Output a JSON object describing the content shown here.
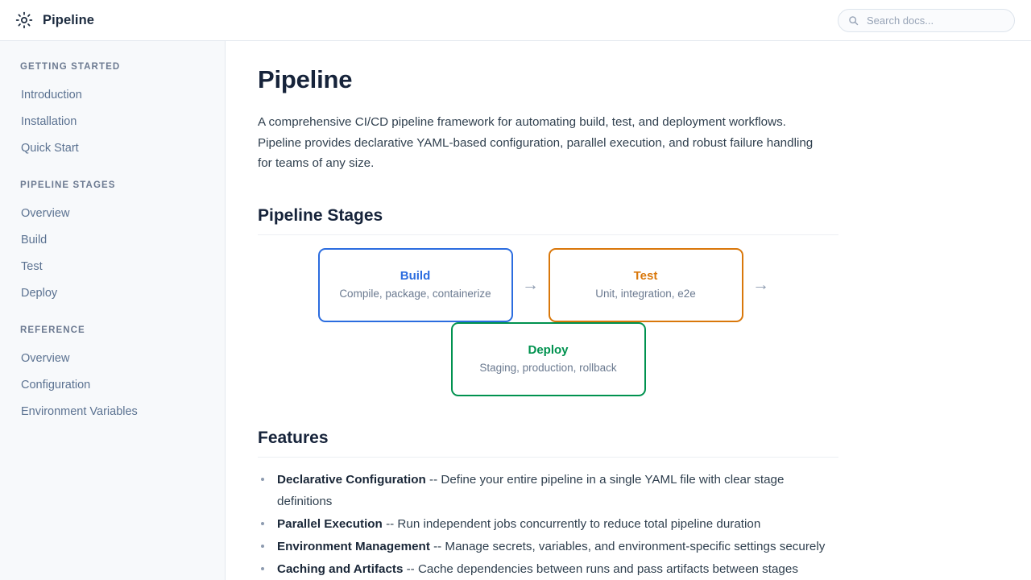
{
  "header": {
    "brand_name": "Pipeline",
    "logo_icon": "sun-burst-icon",
    "search": {
      "icon": "search-icon",
      "placeholder": "Search docs...",
      "value": ""
    }
  },
  "sidebar": {
    "sections": [
      {
        "title": "GETTING STARTED",
        "items": [
          {
            "label": "Introduction"
          },
          {
            "label": "Installation"
          },
          {
            "label": "Quick Start"
          }
        ]
      },
      {
        "title": "PIPELINE STAGES",
        "items": [
          {
            "label": "Overview"
          },
          {
            "label": "Build"
          },
          {
            "label": "Test"
          },
          {
            "label": "Deploy"
          }
        ]
      },
      {
        "title": "REFERENCE",
        "items": [
          {
            "label": "Overview"
          },
          {
            "label": "Configuration"
          },
          {
            "label": "Environment Variables"
          }
        ]
      }
    ]
  },
  "main": {
    "page_title": "Pipeline",
    "lede": "A comprehensive CI/CD pipeline framework for automating build, test, and deployment workflows. Pipeline provides declarative YAML-based configuration, parallel execution, and robust failure handling for teams of any size.",
    "stages_heading": "Pipeline Stages",
    "arrow_glyph": "→",
    "stages": [
      {
        "name": "Build",
        "desc": "Compile, package, containerize",
        "color": "#2b6cdf"
      },
      {
        "name": "Test",
        "desc": "Unit, integration, e2e",
        "color": "#d9770a"
      },
      {
        "name": "Deploy",
        "desc": "Staging, production, rollback",
        "color": "#00924f"
      }
    ],
    "features_heading": "Features",
    "features": [
      {
        "term": "Declarative Configuration",
        "text": " -- Define your entire pipeline in a single YAML file with clear stage definitions"
      },
      {
        "term": "Parallel Execution",
        "text": " -- Run independent jobs concurrently to reduce total pipeline duration"
      },
      {
        "term": "Environment Management",
        "text": " -- Manage secrets, variables, and environment-specific settings securely"
      },
      {
        "term": "Caching and Artifacts",
        "text": " -- Cache dependencies between runs and pass artifacts between stages"
      }
    ]
  },
  "colors": {
    "brand_text": "#1c2b3f",
    "sidebar_bg": "#f7f9fb",
    "body_text": "#30404f",
    "muted": "#6b7a90",
    "arrow": "#8d9bb0"
  }
}
